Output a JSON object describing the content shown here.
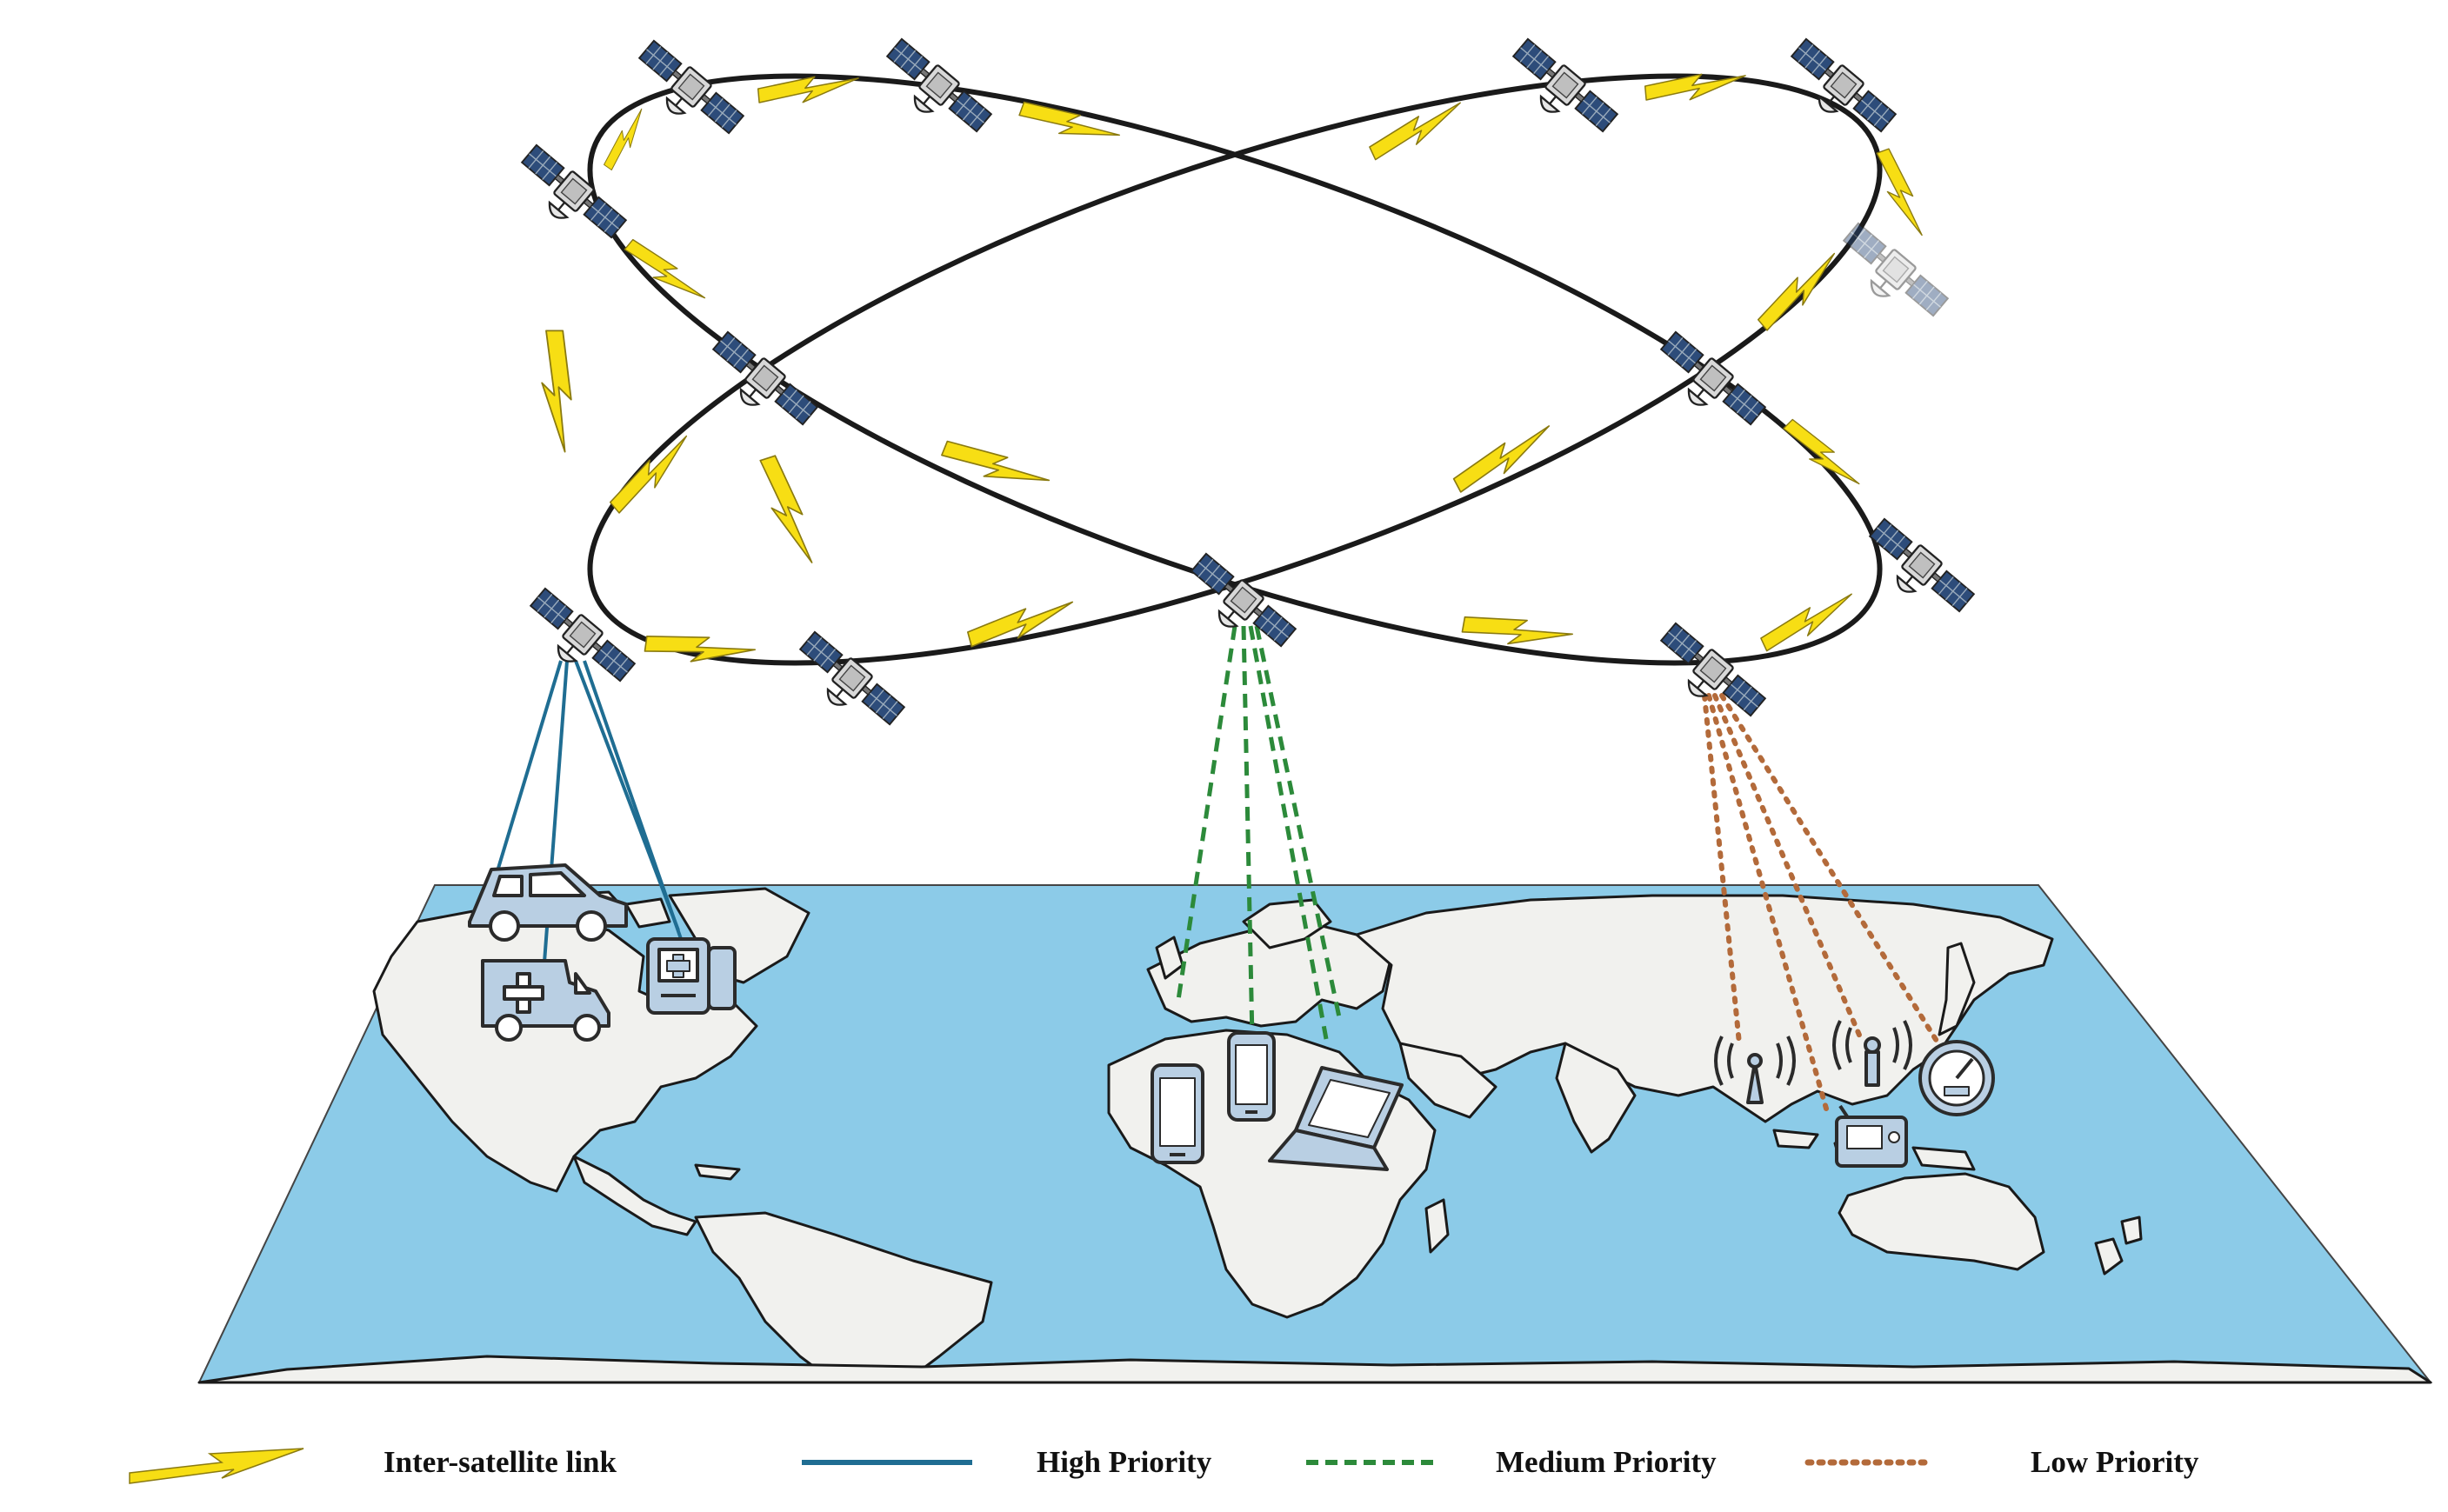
{
  "legend": {
    "inter_satellite_link": "Inter-satellite link",
    "high_priority": "High Priority",
    "medium_priority": "Medium Priority",
    "low_priority": "Low Priority"
  },
  "colors": {
    "ocean": "#8ccbe8",
    "land": "#f1f1ee",
    "lightning": "#f7de14",
    "high_priority": "#1f6d92",
    "medium_priority": "#2c8a3a",
    "low_priority": "#b36a3a",
    "orbit": "#1a1a1a",
    "satellite_panel": "#2d4c7a",
    "device_fill": "#b9cfe3"
  },
  "icons": [
    "satellite-icon",
    "lightning-icon",
    "car-icon",
    "ambulance-icon",
    "medical-monitor-icon",
    "smartphone-icon",
    "laptop-icon",
    "cell-tower-icon",
    "pager-icon",
    "speedometer-icon"
  ]
}
